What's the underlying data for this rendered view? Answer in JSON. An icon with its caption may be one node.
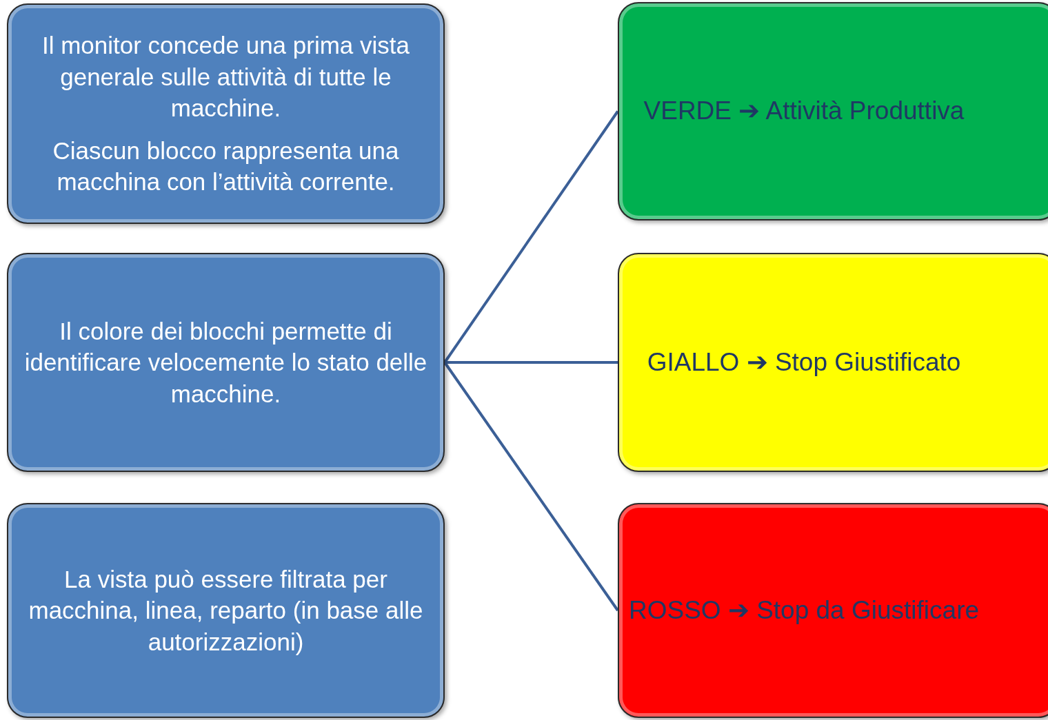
{
  "diagram": {
    "nodes": [
      {
        "text": [
          "Il monitor concede una prima vista generale sulle attività di tutte le macchine.",
          "Ciascun blocco rappresenta una macchina con l’attività corrente."
        ]
      },
      {
        "text": [
          "Il colore dei blocchi permette di identificare velocemente lo stato delle macchine."
        ]
      },
      {
        "text": [
          "La vista può essere filtrata per macchina, linea, reparto (in base alle autorizzazioni)"
        ]
      },
      {
        "text": [
          "VERDE ➔ Attività Produttiva"
        ]
      },
      {
        "text": [
          "GIALLO ➔ Stop Giustificato"
        ]
      },
      {
        "text": [
          "ROSSO ➔ Stop da Giustificare"
        ]
      }
    ],
    "edges": [
      {
        "from": 1,
        "to": 3,
        "arrow": "none"
      },
      {
        "from": 1,
        "to": 4,
        "arrow": "none"
      },
      {
        "from": 1,
        "to": 5,
        "arrow": "none"
      }
    ]
  }
}
